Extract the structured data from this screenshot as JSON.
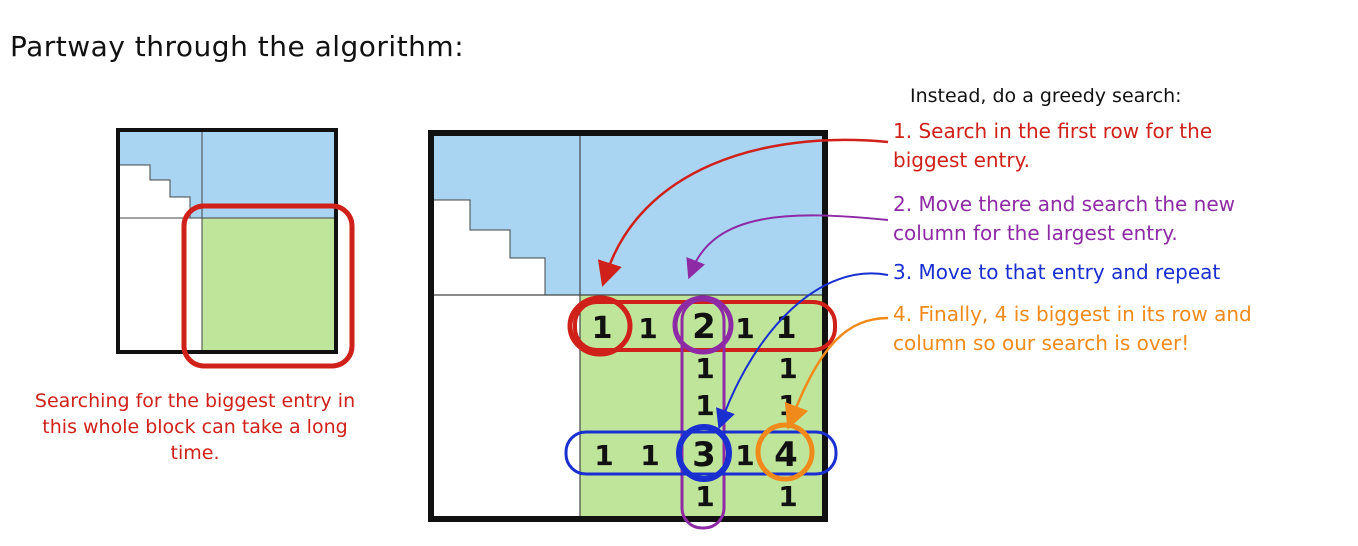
{
  "title": "Partway through the algorithm:",
  "left_caption": "Searching for the biggest entry in this whole block can take a long time.",
  "greedy": {
    "heading": "Instead, do a greedy search:",
    "steps": [
      {
        "line1": "1. Search in the first row for the",
        "line2": "biggest entry."
      },
      {
        "line1": "2. Move there and search the new",
        "line2": "column for the largest entry."
      },
      {
        "line1": "3. Move to that entry and repeat",
        "line2": ""
      },
      {
        "line1": "4. Finally, 4 is biggest in its row and",
        "line2": "column so our search is over!"
      }
    ]
  },
  "grid_numbers": {
    "row1": [
      "1",
      "1",
      "2",
      "1",
      "1"
    ],
    "col2_mid": [
      "1",
      "1"
    ],
    "col5_mid": [
      "1",
      "1"
    ],
    "row2": [
      "1",
      "1",
      "3",
      "1",
      "4"
    ],
    "bottom": [
      "1",
      "1"
    ]
  },
  "colors": {
    "blue_fill": "#a9d4f2",
    "green_fill": "#bfe59a",
    "red": "#d0201a",
    "purple": "#8e2aa5",
    "blue": "#1a2fd0",
    "orange": "#f08a1a"
  }
}
